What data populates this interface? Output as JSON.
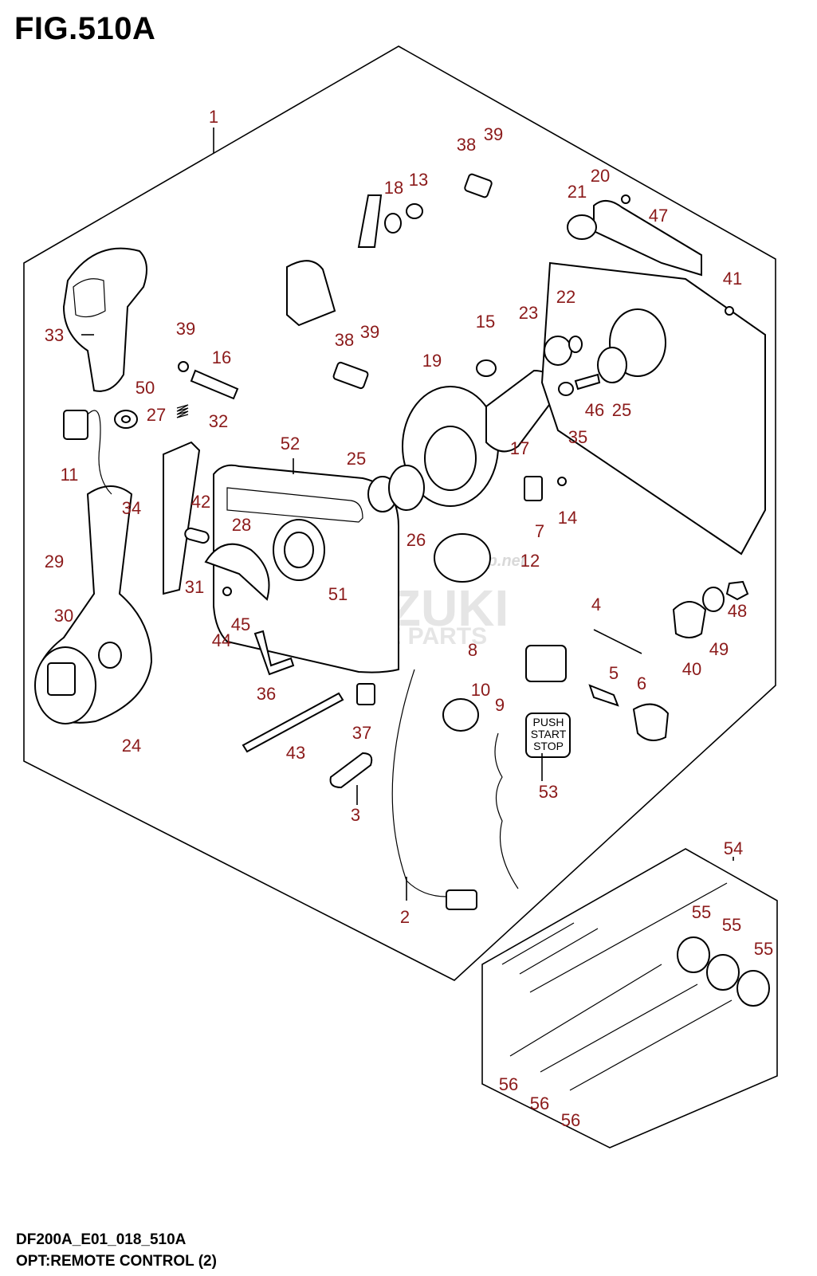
{
  "figure": {
    "title": "FIG.510A",
    "code": "DF200A_E01_018_510A",
    "subtitle": "OPT:REMOTE CONTROL (2)"
  },
  "button_label": [
    "PUSH",
    "START",
    "STOP"
  ],
  "watermark": {
    "main": "SUZUKI",
    "sub": "MARINE PARTS",
    "site": "Megazip.net"
  },
  "callouts": [
    "1",
    "2",
    "3",
    "4",
    "5",
    "6",
    "7",
    "8",
    "9",
    "10",
    "11",
    "12",
    "13",
    "14",
    "15",
    "16",
    "17",
    "18",
    "19",
    "20",
    "21",
    "22",
    "23",
    "24",
    "25",
    "25",
    "26",
    "27",
    "28",
    "29",
    "30",
    "31",
    "32",
    "33",
    "34",
    "35",
    "36",
    "37",
    "38",
    "38",
    "39",
    "39",
    "39",
    "40",
    "41",
    "42",
    "43",
    "44",
    "45",
    "46",
    "47",
    "48",
    "49",
    "50",
    "51",
    "52",
    "53",
    "54",
    "55",
    "55",
    "55",
    "56",
    "56",
    "56"
  ],
  "colors": {
    "callout": "#8b1a1a",
    "line": "#000000"
  }
}
